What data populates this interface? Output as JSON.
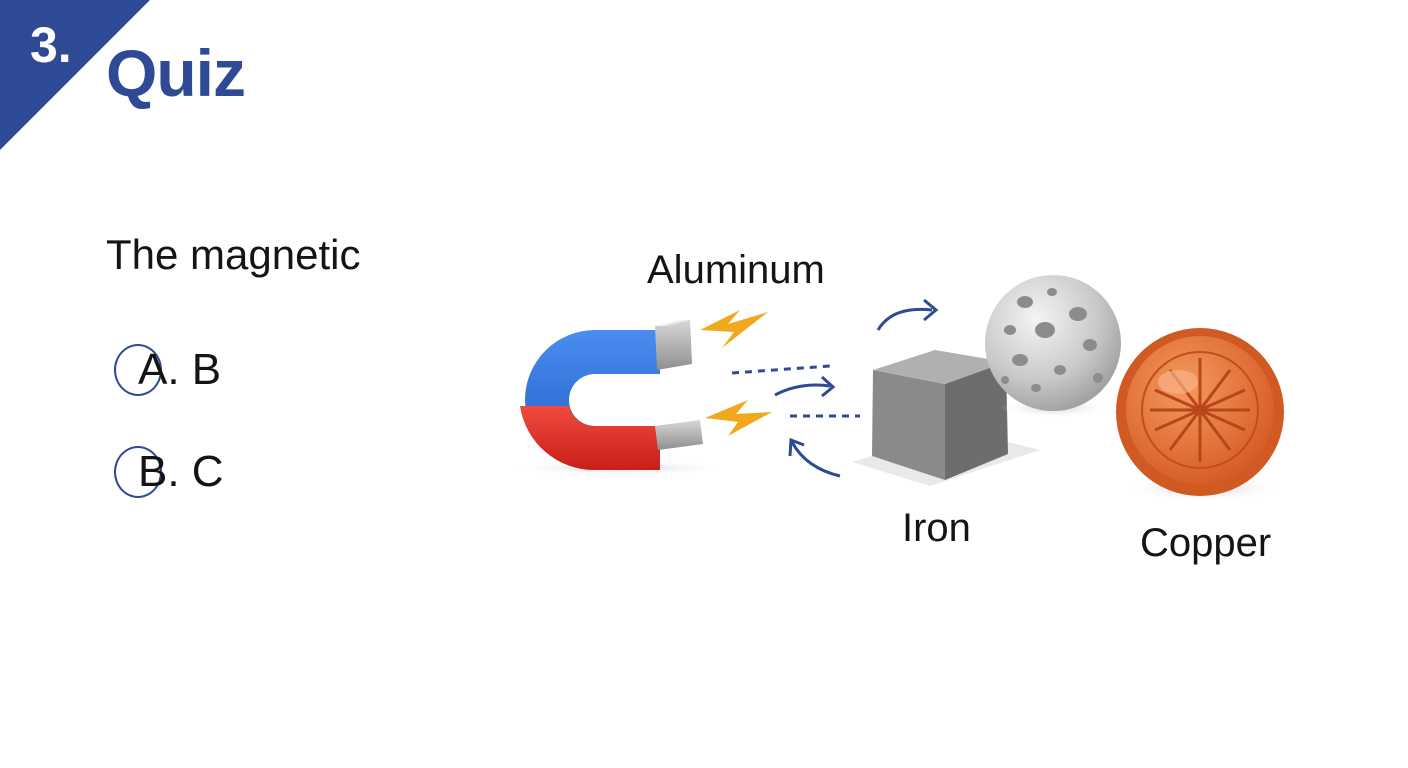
{
  "header": {
    "section_number": "3.",
    "title": "Quiz"
  },
  "question": {
    "text": "The magnetic",
    "options": [
      {
        "label": "A. B"
      },
      {
        "label": "B. C"
      }
    ]
  },
  "illustration": {
    "labels": {
      "aluminum": "Aluminum",
      "iron": "Iron",
      "copper": "Copper"
    },
    "icons": [
      "horseshoe-magnet-icon",
      "spark-icon",
      "iron-cube-icon",
      "aluminum-ball-icon",
      "copper-coin-icon",
      "arrow-icon"
    ]
  },
  "colors": {
    "accent": "#2f4a95",
    "magnet_blue": "#2e6fd1",
    "magnet_red": "#e0302b",
    "spark": "#f2a81d",
    "copper": "#e8743a"
  }
}
